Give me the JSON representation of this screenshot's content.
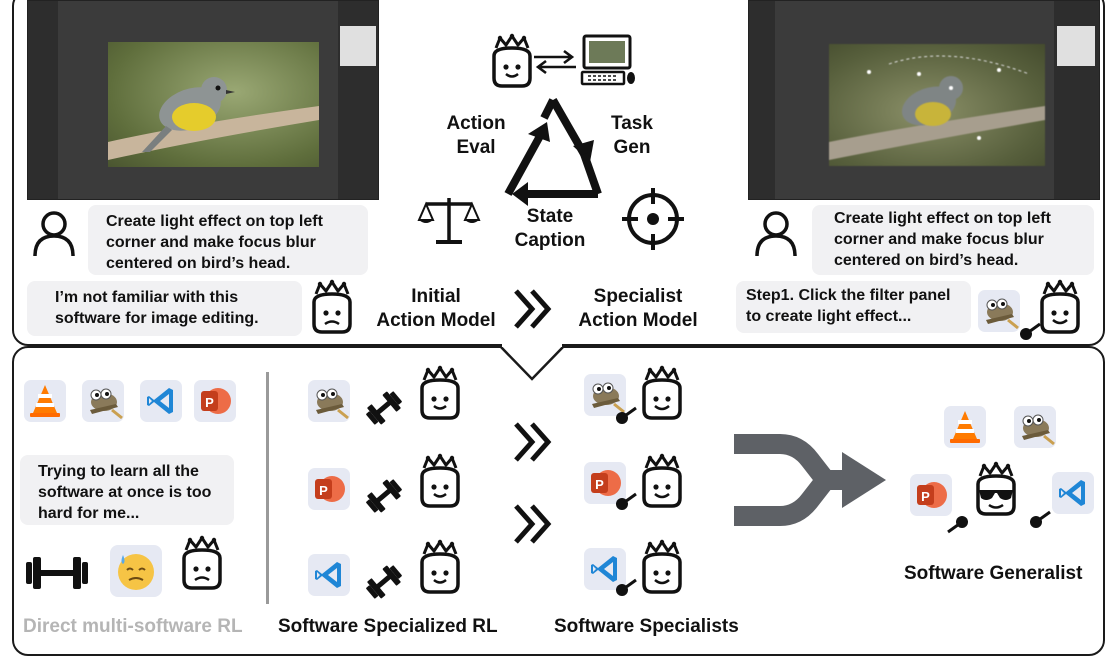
{
  "top": {
    "user_prompt_left": "Create light effect on top left corner and make focus blur centered on bird’s head.",
    "user_prompt_right": "Create light effect on top left corner and make focus blur centered on bird’s head.",
    "initial_agent_text": "I’m not familiar with this software for image editing.",
    "specialist_agent_text": "Step1. Click the filter panel to create light effect...",
    "initial_model_label": "Initial\nAction Model",
    "specialist_model_label": "Specialist\nAction Model",
    "cycle": {
      "action_eval": "Action\nEval",
      "task_gen": "Task\nGen",
      "state_caption": "State\nCaption"
    }
  },
  "bottom": {
    "direct_bubble": "Trying to learn all the software at once is too hard for me...",
    "label_direct": "Direct multi-software RL",
    "label_specialized_rl": "Software Specialized RL",
    "label_specialists": "Software Specialists",
    "label_generalist": "Software Generalist"
  },
  "icons": [
    "vlc-icon",
    "gimp-icon",
    "vscode-icon",
    "powerpoint-icon",
    "dumbbell-icon",
    "magnifier-icon",
    "balance-scale-icon",
    "crosshair-icon",
    "computer-icon",
    "sunglasses-icon",
    "user-icon"
  ],
  "colors": {
    "vlc_orange": "#ff6a00",
    "powerpoint_red": "#d24726",
    "vscode_blue": "#1f86d6",
    "tile_bg": "#e6e9f3",
    "merge_arrow": "#5e6166",
    "muted_label": "#b5b5b5"
  }
}
